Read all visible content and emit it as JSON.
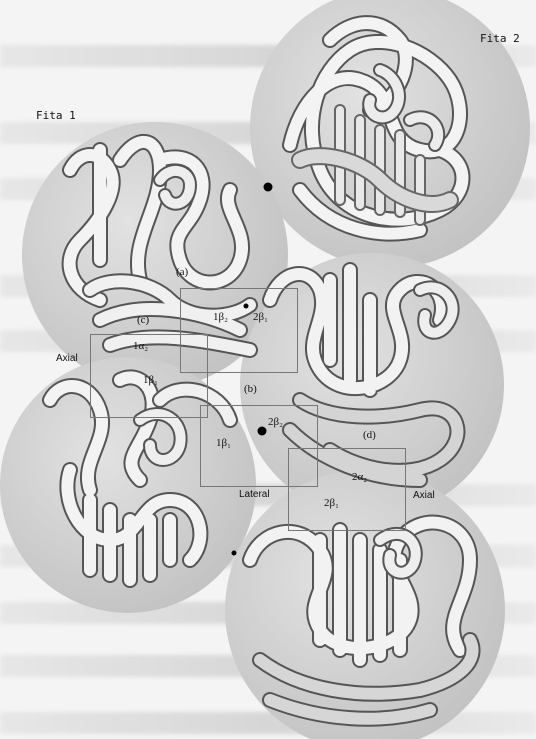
{
  "labels": {
    "strand1": "Fita 1",
    "strand2": "Fita 2",
    "a": "(a)",
    "b": "(b)",
    "c": "(c)",
    "d": "(d)",
    "b1_2": "1β₂",
    "b2_1": "2β₁",
    "a1_2": "1α₂",
    "b1_1_left": "1β₁",
    "b2_2": "2β₂",
    "b1_1_mid": "1β₁",
    "a2_2": "2α₂",
    "b2_1_low": "2β₁",
    "axial_left": "Axial",
    "lateral": "Lateral",
    "axial_right": "Axial"
  },
  "molecules": [
    {
      "name": "molecule-upper-right",
      "strand": "Fita 2"
    },
    {
      "name": "molecule-upper-left",
      "strand": "Fita 1"
    },
    {
      "name": "molecule-middle-right",
      "strand": "Fita 2"
    },
    {
      "name": "molecule-lower-left",
      "strand": "Fita 1"
    },
    {
      "name": "molecule-lower-right",
      "strand": "Fita 2"
    }
  ]
}
